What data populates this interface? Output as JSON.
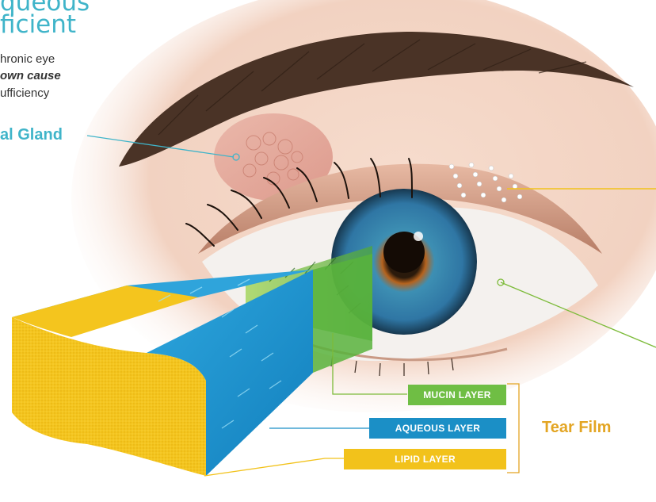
{
  "title": {
    "line1": "queous",
    "line2": "ficient"
  },
  "description": {
    "line1": "hronic eye",
    "line2": "own cause",
    "line3": "ufficiency"
  },
  "labels": {
    "gland": "al Gland",
    "mucin": "MUCIN LAYER",
    "aqueous": "AQUEOUS LAYER",
    "lipid": "LIPID LAYER",
    "tear_film": "Tear Film"
  },
  "colors": {
    "accent_blue": "#3fb4c9",
    "mucin_green": "#6fbe44",
    "aqueous_blue": "#1b8fc6",
    "lipid_yellow": "#f2c21b",
    "tear_film_gold": "#e3a523",
    "pointer_gold": "#f2c21b",
    "pointer_green": "#7dbb3a"
  }
}
